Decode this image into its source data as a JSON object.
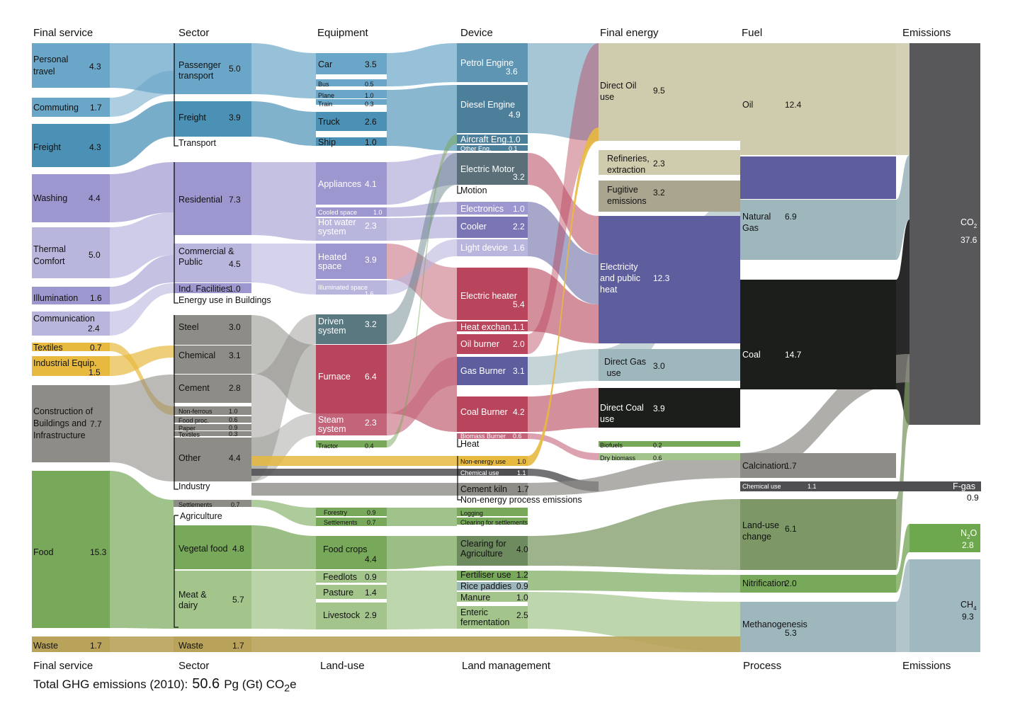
{
  "headers": {
    "top": [
      "Final service",
      "Sector",
      "Equipment",
      "Device",
      "Final energy",
      "Fuel",
      "Emissions"
    ],
    "bottom": [
      "Final service",
      "Sector",
      "Land-use",
      "Land management",
      "Process",
      "Emissions"
    ]
  },
  "total": {
    "label": "Total GHG emissions (2010):",
    "value": "50.6",
    "unit": "Pg (Gt) CO",
    "sub": "2",
    "suffix": "e"
  },
  "colors": {
    "transport": "#6aa6c8",
    "transport_dark": "#4a91b5",
    "buildings": "#9c97cf",
    "buildings_light": "#b9b6de",
    "industry": "#8d8c87",
    "textiles": "#e7b93f",
    "agri": "#78a85a",
    "agri_light": "#a3c58b",
    "waste": "#b9a25a",
    "oil": "#cfcbad",
    "gas": "#9eb7bd",
    "coal": "#1c1e1c",
    "electricity": "#5e5e9f",
    "heat": "#b8455c",
    "co2": "#58585a",
    "n2o": "#6ea84e",
    "ch4": "#a0b9c0"
  },
  "final_service": [
    {
      "name": "Personal travel",
      "value": "4.3"
    },
    {
      "name": "Commuting",
      "value": "1.7"
    },
    {
      "name": "Freight",
      "value": "4.3"
    },
    {
      "name": "Washing",
      "value": "4.4"
    },
    {
      "name": "Thermal Comfort",
      "value": "5.0"
    },
    {
      "name": "Illumination",
      "value": "1.6"
    },
    {
      "name": "Communication",
      "value": "2.4"
    },
    {
      "name": "Textiles",
      "value": "0.7"
    },
    {
      "name": "Industrial Equip.",
      "value": "1.5"
    },
    {
      "name": "Construction of Buildings and Infrastructure",
      "value": "7.7"
    },
    {
      "name": "Food",
      "value": "15.3"
    },
    {
      "name": "Waste",
      "value": "1.7"
    }
  ],
  "sector": [
    {
      "name": "Passenger transport",
      "value": "5.0"
    },
    {
      "name": "Freight",
      "value": "3.9"
    },
    {
      "name": "Transport",
      "value": ""
    },
    {
      "name": "Residential",
      "value": "7.3"
    },
    {
      "name": "Commercial & Public",
      "value": "4.5"
    },
    {
      "name": "Ind. Facilities",
      "value": "1.0"
    },
    {
      "name": "Energy use in Buildings",
      "value": ""
    },
    {
      "name": "Steel",
      "value": "3.0"
    },
    {
      "name": "Chemical",
      "value": "3.1"
    },
    {
      "name": "Cement",
      "value": "2.8"
    },
    {
      "name": "Non-ferrous",
      "value": "1.0"
    },
    {
      "name": "Food proc.",
      "value": "0.6"
    },
    {
      "name": "Paper",
      "value": "0.9"
    },
    {
      "name": "Textiles",
      "value": "0.3"
    },
    {
      "name": "Other",
      "value": "4.4"
    },
    {
      "name": "Industry",
      "value": ""
    },
    {
      "name": "Settlements",
      "value": "0.7"
    },
    {
      "name": "Agriculture",
      "value": ""
    },
    {
      "name": "Vegetal food",
      "value": "4.8"
    },
    {
      "name": "Meat & dairy",
      "value": "5.7"
    },
    {
      "name": "Waste",
      "value": "1.7"
    }
  ],
  "equipment": [
    {
      "name": "Car",
      "value": "3.5"
    },
    {
      "name": "Bus",
      "value": "0.5"
    },
    {
      "name": "Plane",
      "value": "1.0"
    },
    {
      "name": "Train",
      "value": "0.3"
    },
    {
      "name": "Truck",
      "value": "2.6"
    },
    {
      "name": "Ship",
      "value": "1.0"
    },
    {
      "name": "Appliances",
      "value": "4.1"
    },
    {
      "name": "Cooled space",
      "value": "1.0"
    },
    {
      "name": "Hot water system",
      "value": "2.3"
    },
    {
      "name": "Heated space",
      "value": "3.9"
    },
    {
      "name": "Illuminated space",
      "value": "1.6"
    },
    {
      "name": "Driven system",
      "value": "3.2"
    },
    {
      "name": "Furnace",
      "value": "6.4"
    },
    {
      "name": "Steam system",
      "value": "2.3"
    },
    {
      "name": "Tractor",
      "value": "0.4"
    },
    {
      "name": "Forestry",
      "value": "0.9"
    },
    {
      "name": "Settlements",
      "value": "0.7"
    },
    {
      "name": "Food crops",
      "value": "4.4"
    },
    {
      "name": "Feedlots",
      "value": "0.9"
    },
    {
      "name": "Pasture",
      "value": "1.4"
    },
    {
      "name": "Livestock",
      "value": "2.9"
    }
  ],
  "device": [
    {
      "name": "Petrol Engine",
      "value": "3.6"
    },
    {
      "name": "Diesel Engine",
      "value": "4.9"
    },
    {
      "name": "Aircraft Eng.",
      "value": "1.0"
    },
    {
      "name": "Other Eng.",
      "value": "0.1"
    },
    {
      "name": "Electric Motor",
      "value": "3.2"
    },
    {
      "name": "Motion",
      "value": ""
    },
    {
      "name": "Electronics",
      "value": "1.0"
    },
    {
      "name": "Cooler",
      "value": "2.2"
    },
    {
      "name": "Light device",
      "value": "1.6"
    },
    {
      "name": "Electric heater",
      "value": "5.4"
    },
    {
      "name": "Heat exchan.",
      "value": "1.1"
    },
    {
      "name": "Oil burner",
      "value": "2.0"
    },
    {
      "name": "Gas Burner",
      "value": "3.1"
    },
    {
      "name": "Coal Burner",
      "value": "4.2"
    },
    {
      "name": "Biomass Burner",
      "value": "0.6"
    },
    {
      "name": "Heat",
      "value": ""
    },
    {
      "name": "Non-energy use",
      "value": "1.0"
    },
    {
      "name": "Chemical use",
      "value": "1.1"
    },
    {
      "name": "Cement kiln",
      "value": "1.7"
    },
    {
      "name": "Non-energy process emissions",
      "value": ""
    },
    {
      "name": "Logging",
      "value": ""
    },
    {
      "name": "Clearing for settlements",
      "value": ""
    },
    {
      "name": "Clearing for Agriculture",
      "value": "4.0"
    },
    {
      "name": "Fertiliser use",
      "value": "1.2"
    },
    {
      "name": "Rice paddies",
      "value": "0.9"
    },
    {
      "name": "Manure",
      "value": "1.0"
    },
    {
      "name": "Enteric fermentation",
      "value": "2.5"
    }
  ],
  "final_energy": [
    {
      "name": "Direct Oil use",
      "value": "9.5"
    },
    {
      "name": "Refineries, extraction",
      "value": "2.3"
    },
    {
      "name": "Fugitive emissions",
      "value": "3.2"
    },
    {
      "name": "Electricity and public heat",
      "value": "12.3"
    },
    {
      "name": "Direct Gas use",
      "value": "3.0"
    },
    {
      "name": "Direct Coal use",
      "value": "3.9"
    },
    {
      "name": "Biofuels",
      "value": "0.2"
    },
    {
      "name": "Dry biomass",
      "value": "0.6"
    }
  ],
  "fuel": [
    {
      "name": "Oil",
      "value": "12.4"
    },
    {
      "name": "Natural Gas",
      "value": "6.9"
    },
    {
      "name": "Coal",
      "value": "14.7"
    },
    {
      "name": "Calcination",
      "value": "1.7"
    },
    {
      "name": "Chemical use",
      "value": "1.1"
    },
    {
      "name": "Land-use change",
      "value": "6.1"
    },
    {
      "name": "Nitrification",
      "value": "2.0"
    },
    {
      "name": "Methanogenesis",
      "value": "5.3"
    }
  ],
  "emissions": [
    {
      "name": "CO",
      "sub": "2",
      "value": "37.6"
    },
    {
      "name": "F-gas",
      "sub": "",
      "value": "0.9"
    },
    {
      "name": "N",
      "sub": "2",
      "name2": "O",
      "value": "2.8"
    },
    {
      "name": "CH",
      "sub": "4",
      "value": "9.3"
    }
  ]
}
